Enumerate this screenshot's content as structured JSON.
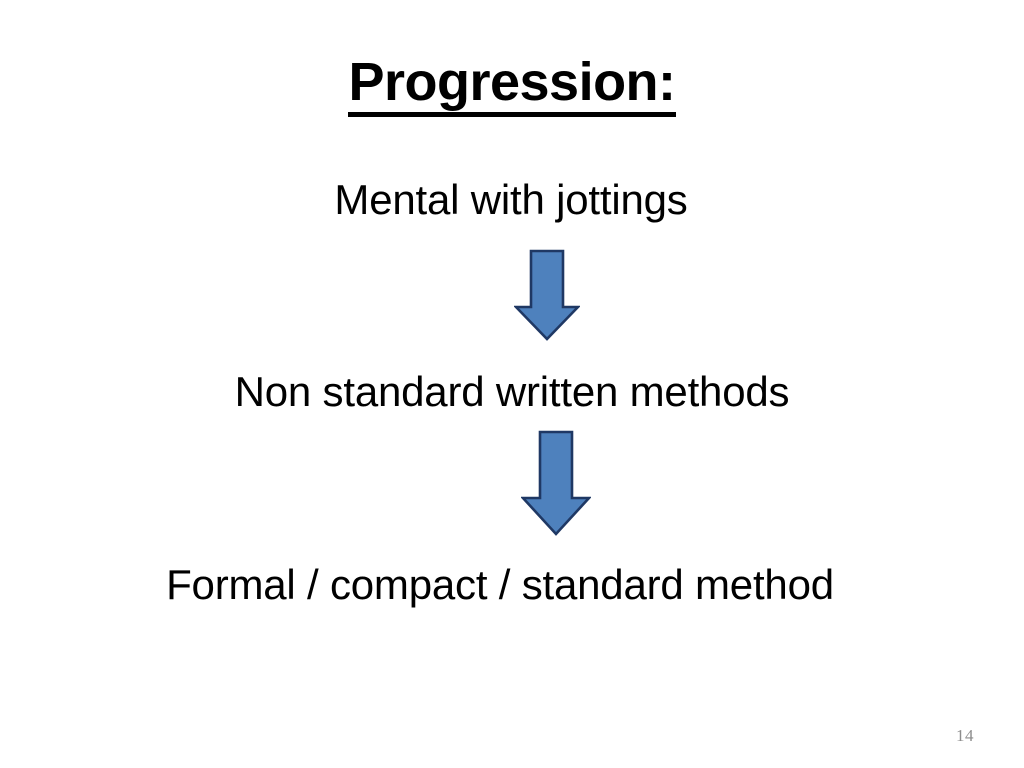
{
  "slide": {
    "title": "Progression:",
    "background_color": "#FFFFFF",
    "text_color": "#000000",
    "page_number": "14",
    "page_number_color": "#8D8D8D"
  },
  "arrow_style": {
    "fill": "#4E81BD",
    "stroke": "#1F3864",
    "direction": "down",
    "icon": "arrow-down-icon"
  },
  "flow": {
    "steps": [
      {
        "label": "Mental with jottings"
      },
      {
        "label": "Non standard written methods"
      },
      {
        "label": "Formal / compact / standard method"
      }
    ],
    "connectors": [
      {
        "name": "arrow-down-1"
      },
      {
        "name": "arrow-down-2"
      }
    ]
  }
}
